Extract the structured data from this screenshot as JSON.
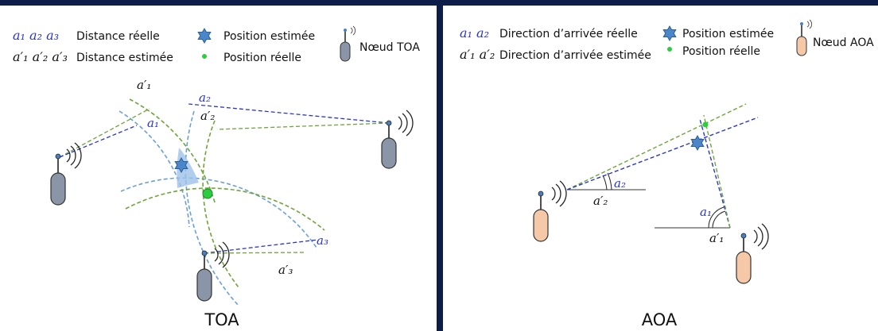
{
  "colors": {
    "frame": "#0d1d4a",
    "real": "#2a36c8",
    "estimated": "#6fa43a",
    "real_circle": "#6b9fd4",
    "est_circle": "#6fa43a",
    "toa_node": "#8a96a8",
    "aoa_node": "#f5c8a8",
    "estimate_marker": "#4a86c8",
    "real_marker": "#2ecc40",
    "shade": "#9ec2e8"
  },
  "toa": {
    "caption": "TOA",
    "legend": {
      "real_symbols": "a₁ a₂ a₃",
      "real_label": "Distance réelle",
      "est_symbols": "a′₁ a′₂ a′₃",
      "est_label": "Distance estimée",
      "estimate_label": "Position estimée",
      "real_pos_label": "Position réelle",
      "node_label": "Nœud TOA",
      "node_icon": "antenna-node-icon",
      "estimate_icon": "star-icon",
      "real_icon": "dot-icon"
    },
    "labels": {
      "a1": "a₁",
      "a2": "a₂",
      "a3": "a₃",
      "a1p": "a′₁",
      "a2p": "a′₂",
      "a3p": "a′₃"
    }
  },
  "aoa": {
    "caption": "AOA",
    "legend": {
      "real_symbols": "a₁ a₂",
      "real_label": "Direction d’arrivée réelle",
      "est_symbols": "a′₁ a′₂",
      "est_label": "Direction d’arrivée estimée",
      "estimate_label": "Position estimée",
      "real_pos_label": "Position réelle",
      "node_label": "Nœud AOA",
      "node_icon": "antenna-node-icon",
      "estimate_icon": "star-icon",
      "real_icon": "dot-icon"
    },
    "labels": {
      "a1": "a₁",
      "a2": "a₂",
      "a1p": "a′₁",
      "a2p": "a′₂"
    }
  }
}
